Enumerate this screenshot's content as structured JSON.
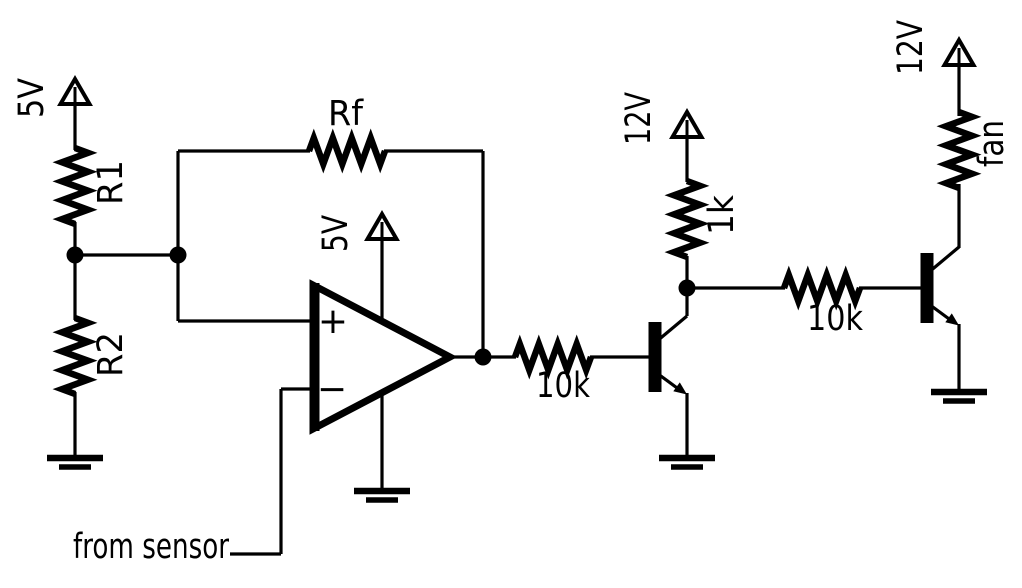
{
  "colors": {
    "ink": "#000000",
    "background": "#ffffff"
  },
  "schematic": {
    "reference_divider": {
      "supply_label": "5V",
      "r1_label": "R1",
      "r2_label": "R2"
    },
    "opamp": {
      "feedback_label": "Rf",
      "supply_label": "5V",
      "noninverting_label": "+",
      "inverting_label": "−",
      "sensor_input_label": "from sensor"
    },
    "driver_stage": {
      "supply_label": "12V",
      "collector_resistor_label": "1k",
      "base_resistor_label": "10k"
    },
    "output_stage": {
      "supply_label": "12V",
      "load_label": "fan",
      "base_resistor_label": "10k"
    }
  }
}
